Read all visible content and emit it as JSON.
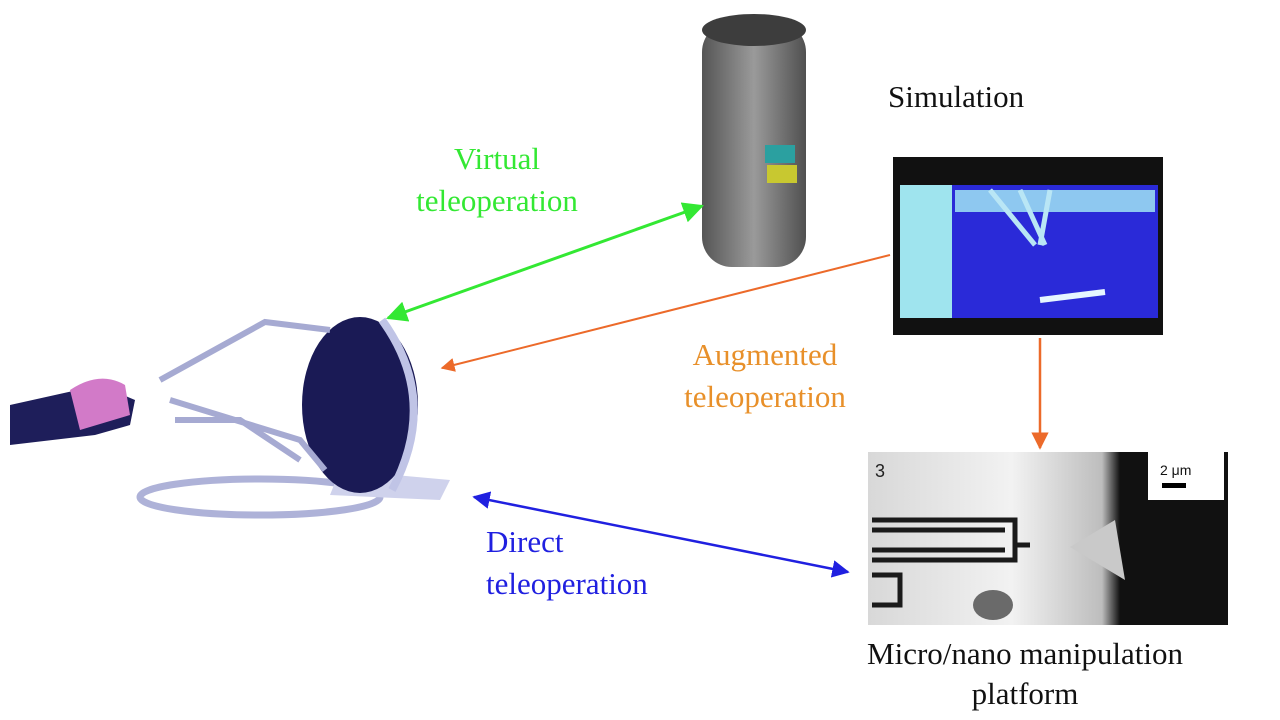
{
  "labels": {
    "simulation": "Simulation",
    "virtual": [
      "Virtual",
      "teleoperation"
    ],
    "augmented": [
      "Augmented",
      "teleoperation"
    ],
    "direct": [
      "Direct",
      "teleoperation"
    ],
    "platform": [
      "Micro/nano manipulation",
      "platform"
    ]
  },
  "sem_image": {
    "panel_number": "3",
    "scale_bar": "2 μm"
  },
  "colors": {
    "virtual": "#33e833",
    "augmented": "#ec6a2a",
    "augmented_text": "#e8902a",
    "direct": "#2020e0"
  }
}
